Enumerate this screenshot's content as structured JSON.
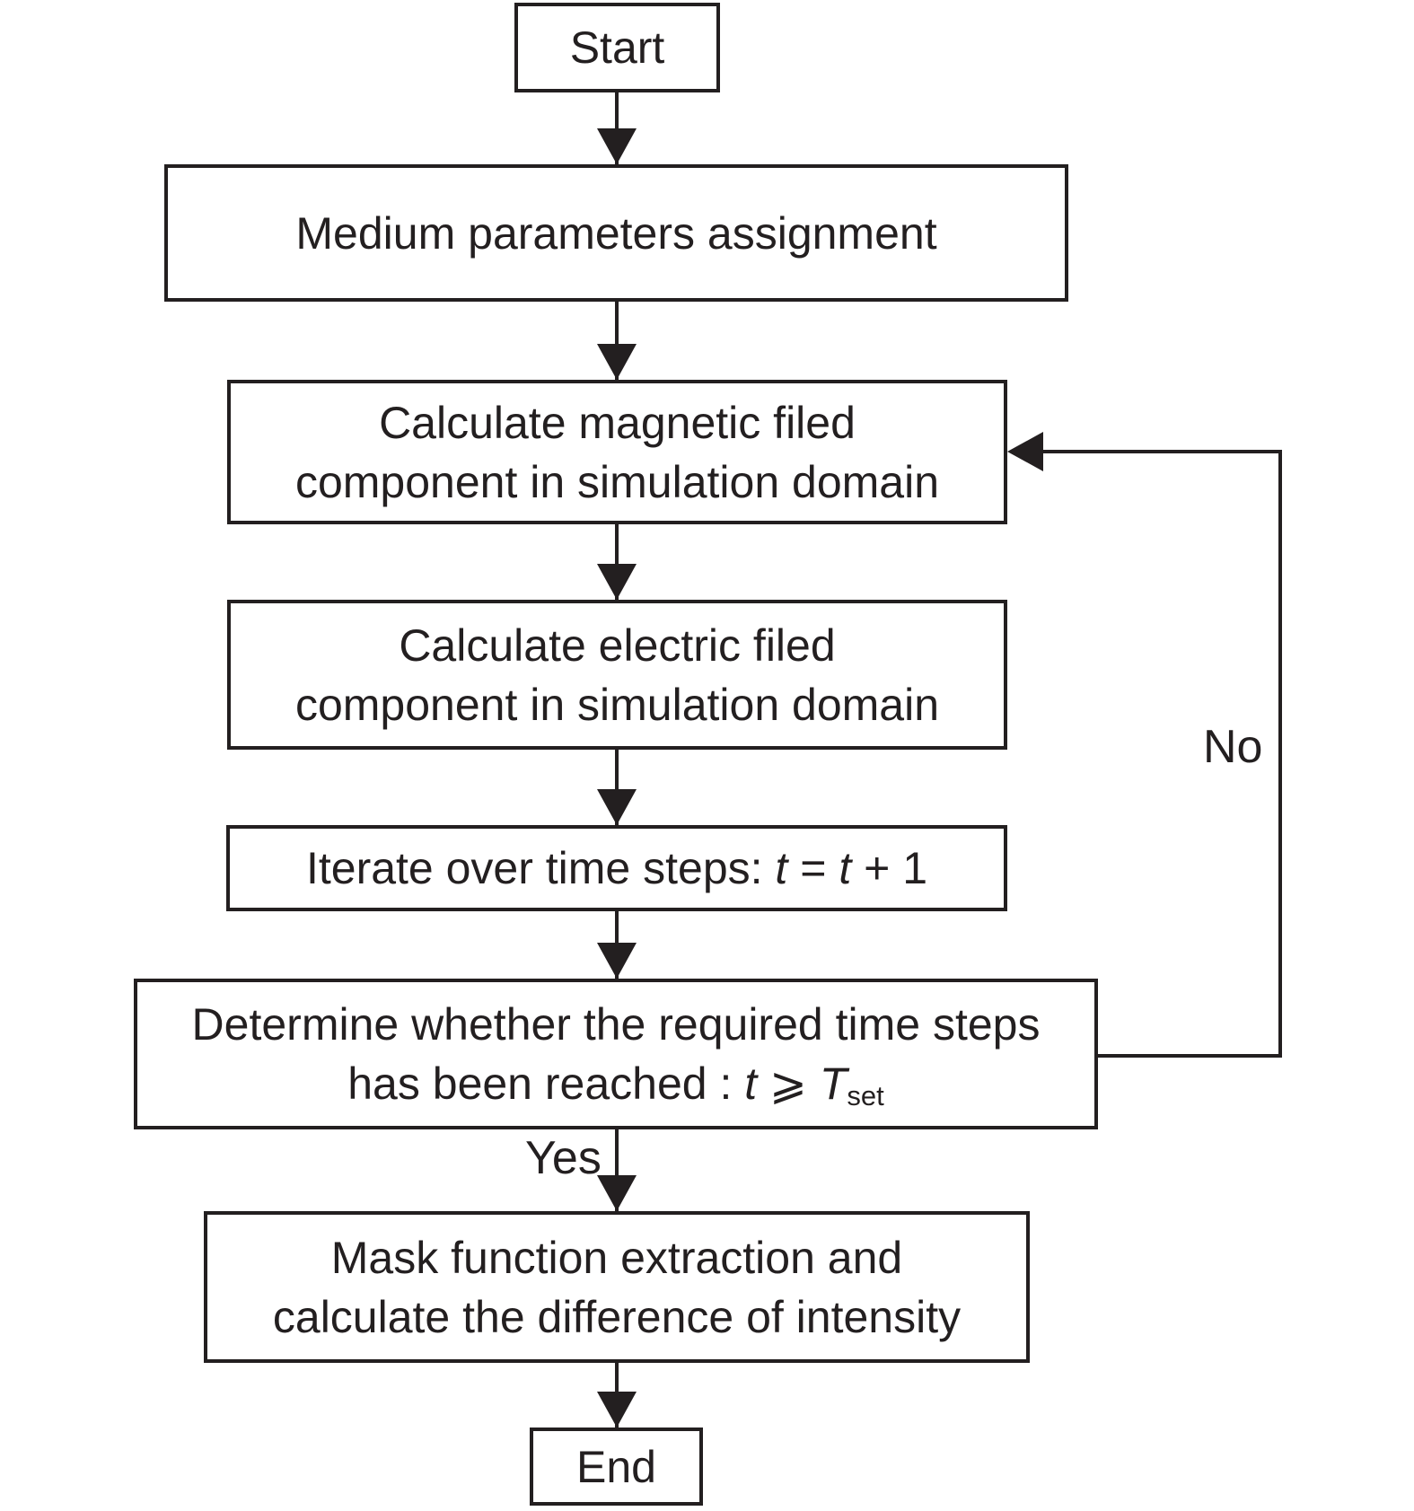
{
  "nodes": {
    "start": {
      "label": "Start"
    },
    "medium": {
      "label": "Medium parameters assignment"
    },
    "magnetic": {
      "line1": "Calculate magnetic filed",
      "line2": "component in simulation domain"
    },
    "electric": {
      "line1": "Calculate electric filed",
      "line2": "component in simulation domain"
    },
    "iterate": {
      "text": "Iterate over time steps: ",
      "var1": "t",
      "equals": " = ",
      "var2": "t",
      "increment": " + 1"
    },
    "decision": {
      "line1": "Determine whether the required time steps",
      "line2_text": "has been reached : ",
      "var": "t",
      "operator": " ⩾ ",
      "threshold": "T",
      "threshold_sub": "set"
    },
    "mask": {
      "line1": "Mask function extraction and",
      "line2": "calculate the difference of intensity"
    },
    "end": {
      "label": "End"
    }
  },
  "edges": {
    "yes_label": "Yes",
    "no_label": "No"
  },
  "colors": {
    "line": "#231f20",
    "background": "#ffffff"
  }
}
